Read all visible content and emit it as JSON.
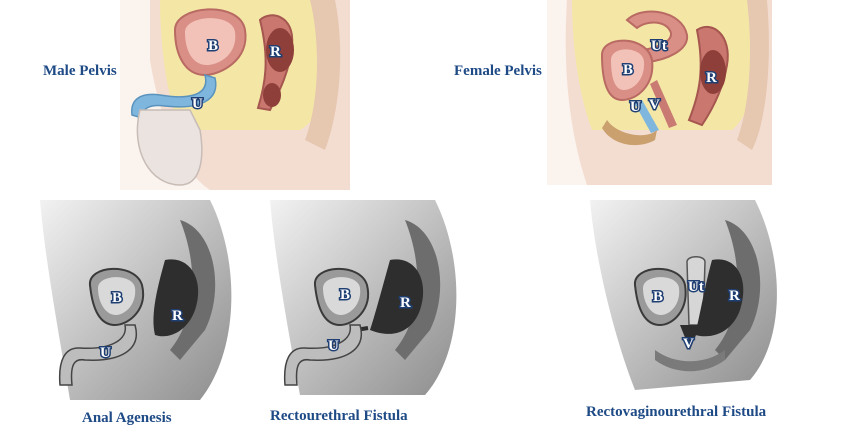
{
  "captions": {
    "male": "Male Pelvis",
    "female": "Female Pelvis",
    "anal_agenesis": "Anal Agenesis",
    "rectourethral": "Rectourethral Fistula",
    "rectovaginourethral": "Rectovaginourethral Fistula"
  },
  "organ_labels": {
    "bladder": "B",
    "rectum": "R",
    "urethra": "U",
    "uterus": "Ut",
    "vagina": "V"
  },
  "colors": {
    "caption_text": "#1e4a86",
    "label_outline": "#1f3f73",
    "skin": "#f3dcd0",
    "fat": "#f4e7a6",
    "bladder_wall": "#d98f86",
    "urethra_blue": "#7fb6dd"
  }
}
